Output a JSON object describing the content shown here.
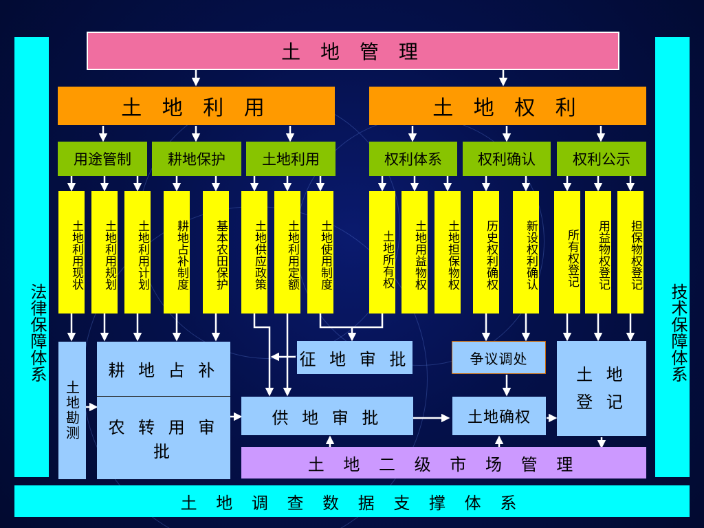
{
  "top": "土 地 管 理",
  "branches": {
    "use": "土 地 利 用",
    "rights": "土 地 权 利"
  },
  "categories": [
    "用途管制",
    "耕地保护",
    "土地利用",
    "权利体系",
    "权利确认",
    "权利公示"
  ],
  "items": [
    "土地利用现状",
    "土地利用规划",
    "土地利用计划",
    "耕地占补制度",
    "基本农田保护",
    "土地供应政策",
    "土地利用定额",
    "土地使用制度",
    "土地所有权",
    "土地用益物权",
    "土地担保物权",
    "历史权利确权",
    "新设权利确认",
    "所有权登记",
    "用益物权登记",
    "担保物权登记"
  ],
  "sides": {
    "left": "法律保障体系",
    "right": "技术保障体系"
  },
  "process": {
    "survey": "土地勘测",
    "farmland_balance": "耕 地 占 补",
    "conversion": "农 转 用 审 批",
    "expropriation": "征 地 审 批",
    "supply": "供 地 审 批",
    "dispute": "争议调处",
    "confirmation": "土地确权",
    "registration": "土 地 登 记"
  },
  "secondary_market": "土 地 二 级 市 场 管 理",
  "foundation": "土 地 调 查 数 据 支 撑 体 系",
  "colors": {
    "pink": "#f06ea0",
    "orange": "#ff9a00",
    "green": "#88c400",
    "yellow": "#ffff00",
    "cyan": "#00ffff",
    "light_blue": "#99ccff",
    "purple": "#cc99ff",
    "background": "#04104a"
  }
}
